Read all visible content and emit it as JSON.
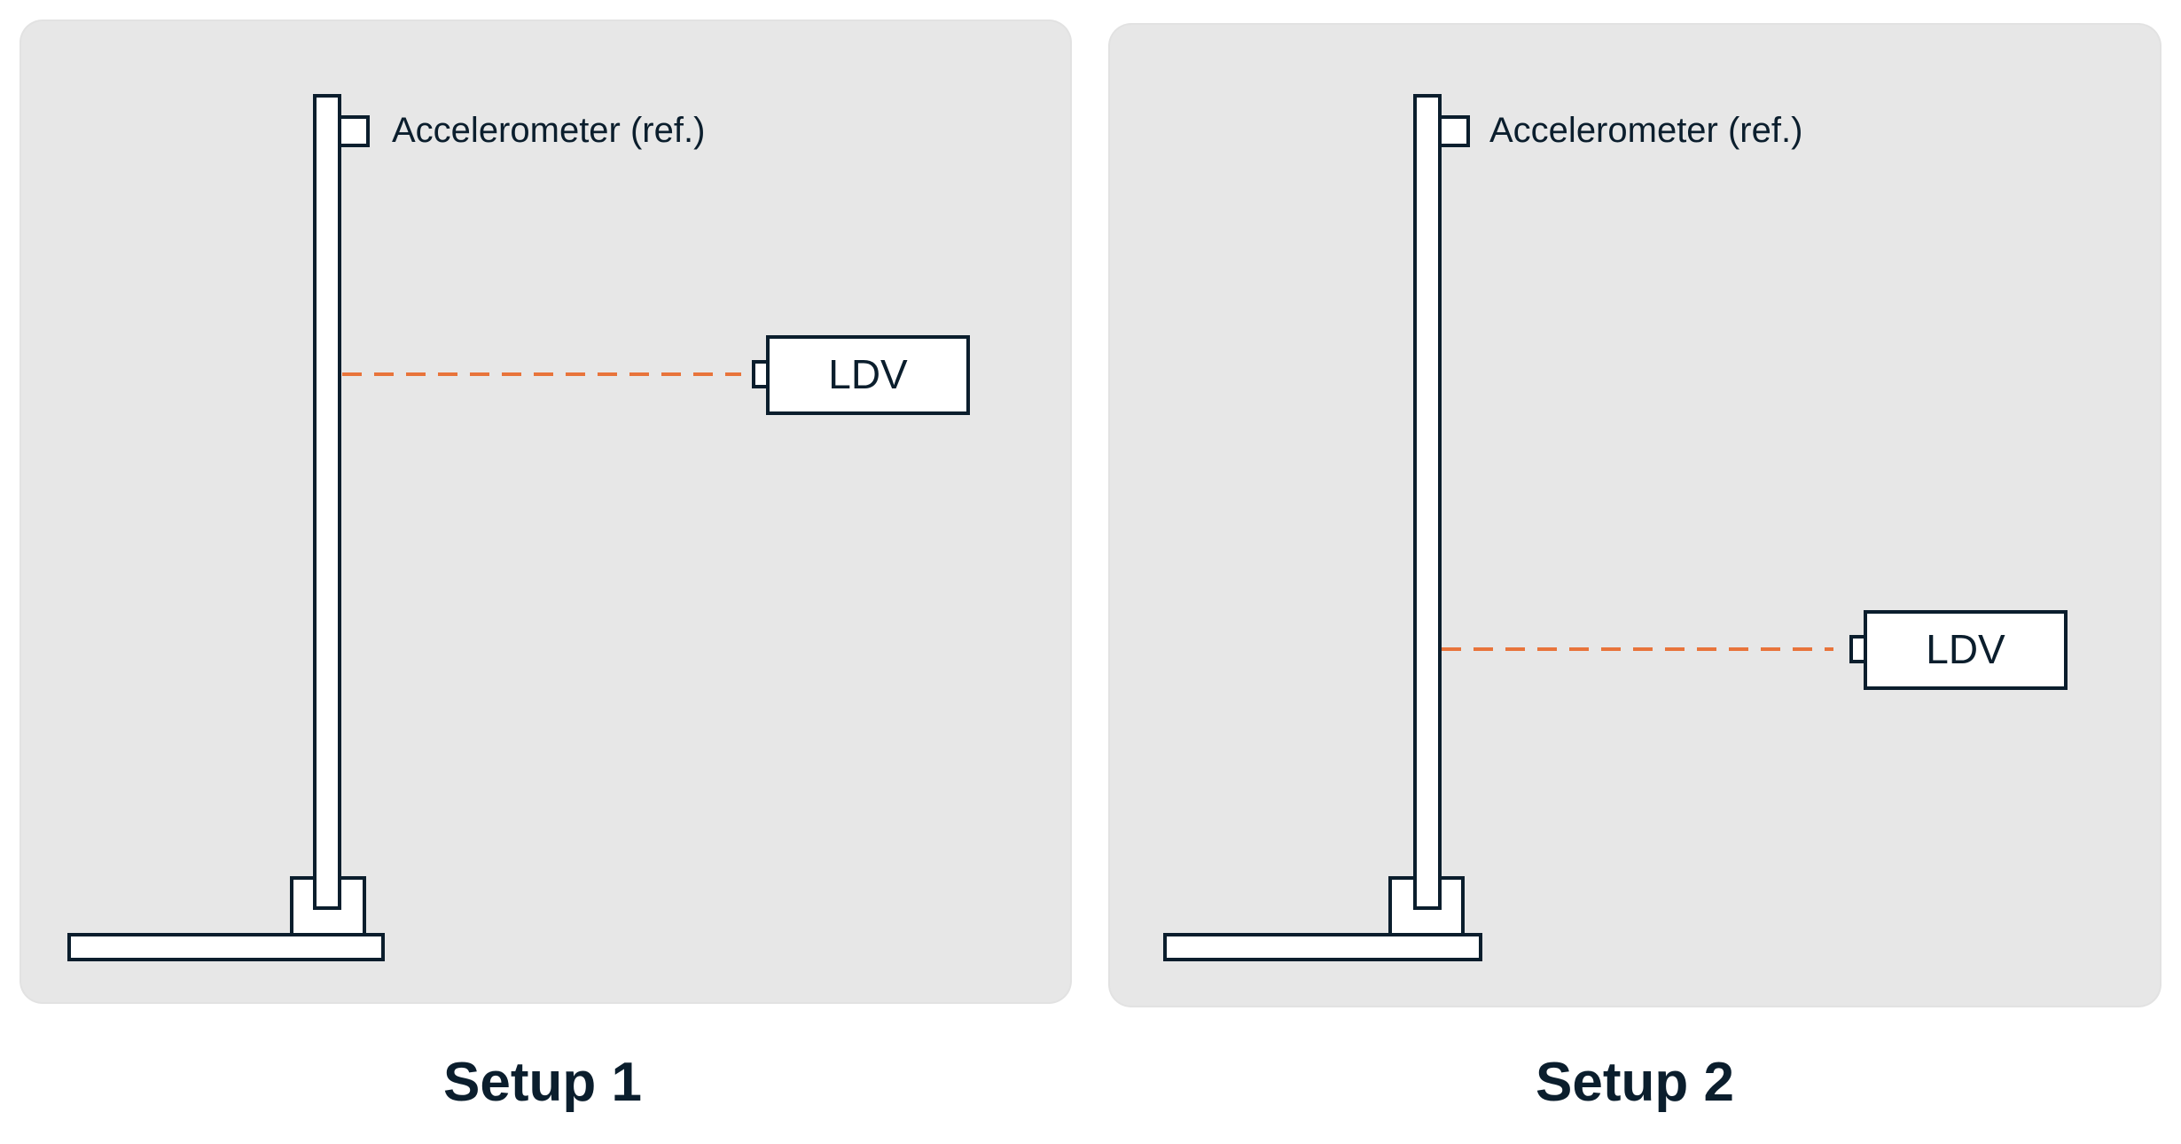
{
  "colors": {
    "panel_background": "#e7e7e7",
    "outline": "#0b1e2d",
    "part_fill": "#ffffff",
    "laser_beam": "#e8743b"
  },
  "setups": [
    {
      "caption": "Setup 1",
      "accelerometer_label": "Accelerometer (ref.)",
      "ldv_label": "LDV",
      "ldv_beam_position": "upper"
    },
    {
      "caption": "Setup 2",
      "accelerometer_label": "Accelerometer (ref.)",
      "ldv_label": "LDV",
      "ldv_beam_position": "lower"
    }
  ]
}
